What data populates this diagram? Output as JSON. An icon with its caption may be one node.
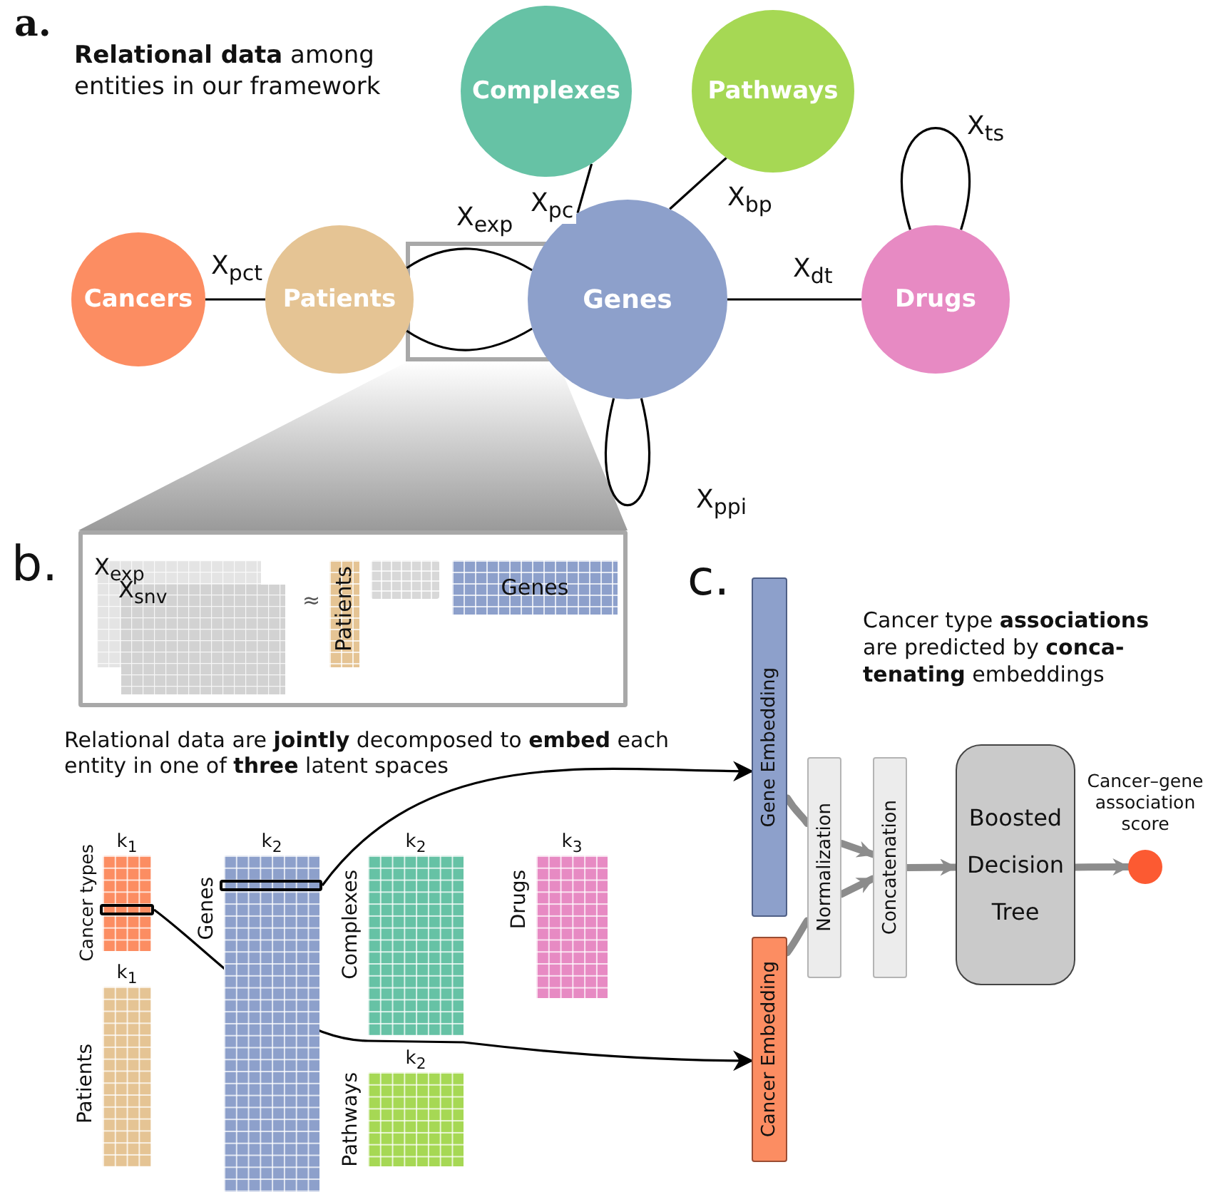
{
  "diagram": {
    "nodes": [
      {
        "text": [
          "Cancers"
        ]
      },
      {
        "text": [
          "Patients"
        ]
      },
      {
        "text": [
          "Genes"
        ]
      },
      {
        "text": [
          "Complexes"
        ]
      },
      {
        "text": [
          "Pathways"
        ]
      },
      {
        "text": [
          "Drugs"
        ]
      },
      {
        "text": [],
        "shape": "box"
      },
      {
        "text": [
          "X$_{exp}$",
          "X$_{snv}$"
        ],
        "in": 6
      },
      {
        "text": [
          "Patients"
        ],
        "in": 6
      },
      {
        "text": [],
        "shape": "box",
        "in": 6
      },
      {
        "text": [
          "Genes"
        ],
        "in": 6
      },
      {
        "text": [
          "k$_{1}$",
          "Cancer types"
        ]
      },
      {
        "text": [
          "k$_{1}$",
          "Patients"
        ]
      },
      {
        "text": [
          "k$_{2}$",
          "Genes"
        ]
      },
      {
        "text": [
          "k$_{2}$",
          "Complexes"
        ]
      },
      {
        "text": [
          "k$_{2}$",
          "Pathways"
        ]
      },
      {
        "text": [
          "k$_{3}$",
          "Drugs"
        ]
      },
      {
        "text": [],
        "shape": "box",
        "in": 11
      },
      {
        "text": [],
        "shape": "box",
        "in": 13
      },
      {
        "text": [
          "Gene Embedding"
        ]
      },
      {
        "text": [
          "Cancer Embedding"
        ]
      },
      {
        "text": [
          "Normalization"
        ]
      },
      {
        "text": [
          "Concatenation"
        ]
      },
      {
        "text": [
          "Boosted Decision Tree"
        ]
      },
      {
        "text": [],
        "shape": "circle",
        "beside": [
          "Cancer–gene association score"
        ]
      }
    ],
    "edges": [
      {
        "from": 0,
        "to": 1,
        "arrow": "none",
        "label": "X$_{pct}$"
      },
      {
        "from": 1,
        "to": 2,
        "arrow": "none",
        "label": "X$_{exp}$"
      },
      {
        "from": 1,
        "to": 2,
        "arrow": "none"
      },
      {
        "from": 3,
        "to": 2,
        "arrow": "none",
        "label": "X$_{pc}$"
      },
      {
        "from": 4,
        "to": 2,
        "arrow": "none",
        "label": "X$_{bp}$"
      },
      {
        "from": 2,
        "to": 5,
        "arrow": "none",
        "label": "X$_{dt}$"
      },
      {
        "from": 2,
        "to": 2,
        "arrow": "none",
        "label": "X$_{ppi}$"
      },
      {
        "from": 5,
        "to": 5,
        "arrow": "none",
        "label": "X$_{ts}$"
      },
      {
        "from": 18,
        "to": 19,
        "arrow": "to"
      },
      {
        "from": 17,
        "to": 20,
        "arrow": "to"
      },
      {
        "from": 19,
        "to": 21,
        "arrow": "none",
        "style": "thick",
        "color": "#8c8c8c"
      },
      {
        "from": 20,
        "to": 21,
        "arrow": "none",
        "style": "thick",
        "color": "#8c8c8c"
      },
      {
        "from": 21,
        "to": 22,
        "arrow": "to",
        "style": "thick",
        "color": "#8c8c8c"
      },
      {
        "from": 21,
        "to": 22,
        "arrow": "to",
        "style": "thick",
        "color": "#8c8c8c"
      },
      {
        "from": 22,
        "to": 23,
        "arrow": "to",
        "style": "thick",
        "color": "#8c8c8c"
      },
      {
        "from": 23,
        "to": 24,
        "arrow": "to",
        "style": "thick",
        "color": "#8c8c8c"
      }
    ],
    "labels": [
      "a.",
      "**Relational data** among entities in our framework",
      "b.",
      "≈",
      "Relational data are **jointly** decomposed to **embed** each entity in one of **three** latent spaces",
      "c.",
      "Cancer type **associations** are predicted by **conca- tenating** embeddings"
    ]
  }
}
